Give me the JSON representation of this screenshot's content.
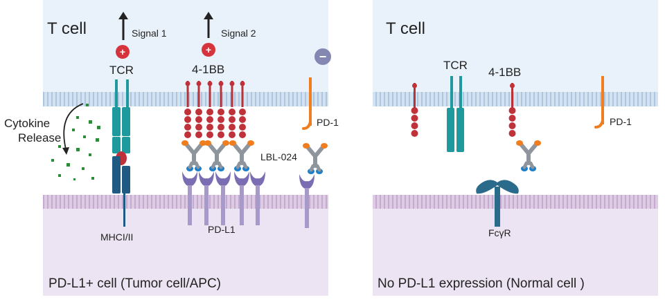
{
  "left_panel": {
    "top_title": "T cell",
    "signal1": "Signal 1",
    "signal2": "Signal 2",
    "plus_symbol": "+",
    "minus_symbol": "−",
    "tcr": "TCR",
    "four1bb": "4-1BB",
    "pd1": "PD-1",
    "cytokine_line1": "Cytokine",
    "cytokine_line2": "Release",
    "lbl024": "LBL-024",
    "mhc": "MHCI/II",
    "pdl1": "PD-L1",
    "bottom_title": "PD-L1+ cell (Tumor cell/APC)"
  },
  "right_panel": {
    "top_title": "T cell",
    "tcr": "TCR",
    "four1bb": "4-1BB",
    "pd1": "PD-1",
    "fcgr": "FcγR",
    "bottom_title": "No PD-L1 expression (Normal cell )"
  },
  "colors": {
    "tcell_bg": "#e9f1fa",
    "target_bg": "#ece4f2",
    "membrane_top": "#bcd3e8",
    "membrane_bottom": "#cdb8d6",
    "four1bb": "#c0323a",
    "tcr": "#1e9a9e",
    "mhc": "#1f5a82",
    "pd1": "#f07d1e",
    "pdl1": "#8a7bbd",
    "antibody_gray": "#9aa0a6",
    "antibody_orange": "#f07d1e",
    "antibody_blue": "#1e7ec8",
    "fcgr": "#2a6a8a",
    "plus_circle": "#d6343c",
    "minus_circle": "#8587b3",
    "cytokine": "#2e8b3a"
  },
  "icons": [
    "up-arrow-icon",
    "plus-sign-icon",
    "minus-sign-icon",
    "curved-arrow-icon"
  ]
}
